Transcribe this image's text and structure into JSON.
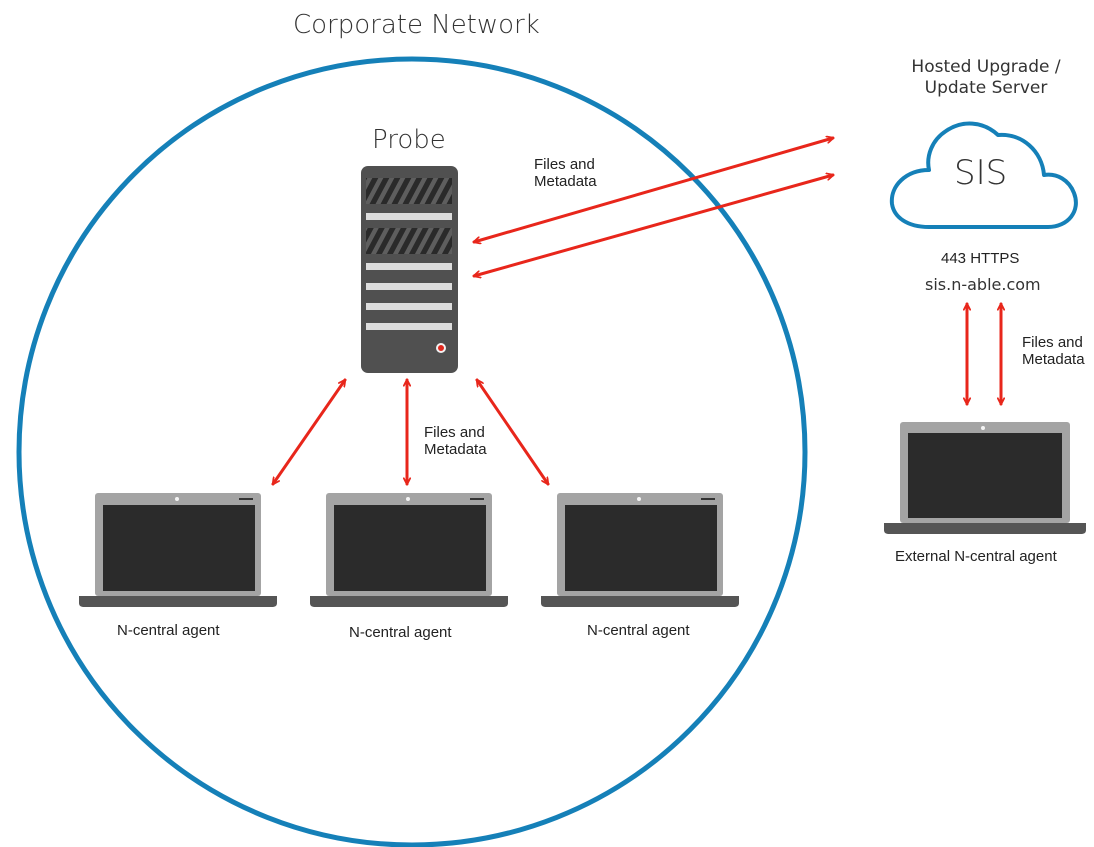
{
  "title": "Corporate Network",
  "probe": {
    "label": "Probe"
  },
  "cloud": {
    "caption": "Hosted Upgrade /\nUpdate Server",
    "name": "SIS",
    "port": "443 HTTPS",
    "url": "sis.n-able.com"
  },
  "flows": {
    "probe_to_sis": "Files and\nMetadata",
    "probe_to_agents": "Files and\nMetadata",
    "sis_to_external": "Files and\nMetadata"
  },
  "agents": [
    {
      "label": "N-central agent"
    },
    {
      "label": "N-central agent"
    },
    {
      "label": "N-central agent"
    }
  ],
  "external_agent": {
    "label": "External N-central agent"
  },
  "colors": {
    "network_circle": "#1580b8",
    "arrow": "#e8261b",
    "server_body": "#505050",
    "laptop_frame": "#a4a4a4",
    "laptop_screen": "#2b2b2b",
    "laptop_base": "#555555",
    "cloud_stroke": "#1580b8"
  }
}
